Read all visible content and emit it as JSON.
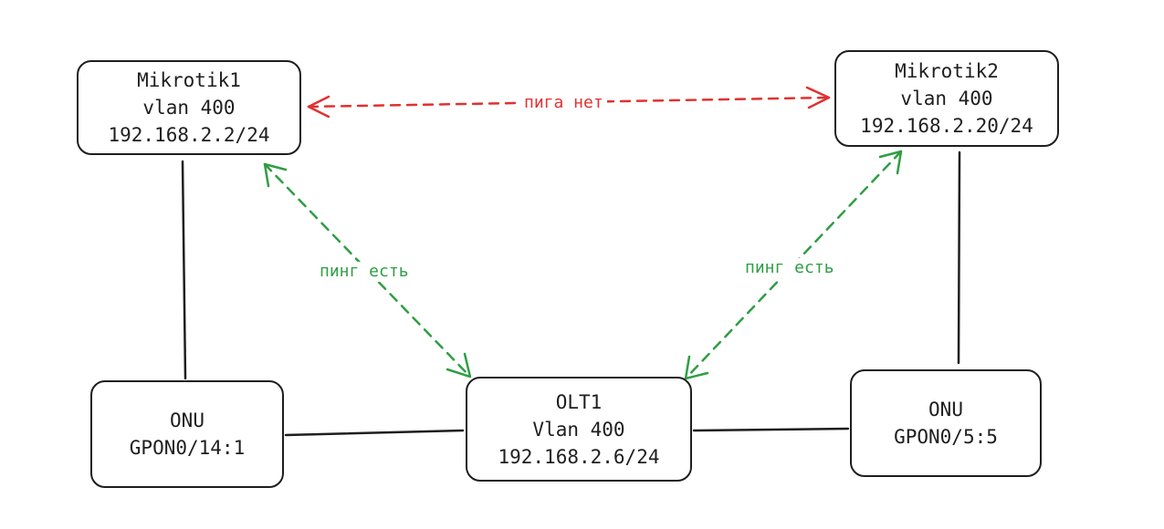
{
  "nodes": {
    "mikrotik1": {
      "lines": [
        "Mikrotik1",
        "vlan 400",
        "192.168.2.2/24"
      ]
    },
    "mikrotik2": {
      "lines": [
        "Mikrotik2",
        "vlan 400",
        "192.168.2.20/24"
      ]
    },
    "onu_left": {
      "lines": [
        "ONU",
        "GPON0/14:1"
      ]
    },
    "olt1": {
      "lines": [
        "OLT1",
        "Vlan 400",
        "192.168.2.6/24"
      ]
    },
    "onu_right": {
      "lines": [
        "ONU",
        "GPON0/5:5"
      ]
    }
  },
  "edges": {
    "red_label": "пига нет",
    "green_left_label": "пинг есть",
    "green_right_label": "пинг есть"
  },
  "colors": {
    "stroke": "#1e1e1e",
    "red": "#e03131",
    "green": "#2f9e44"
  }
}
